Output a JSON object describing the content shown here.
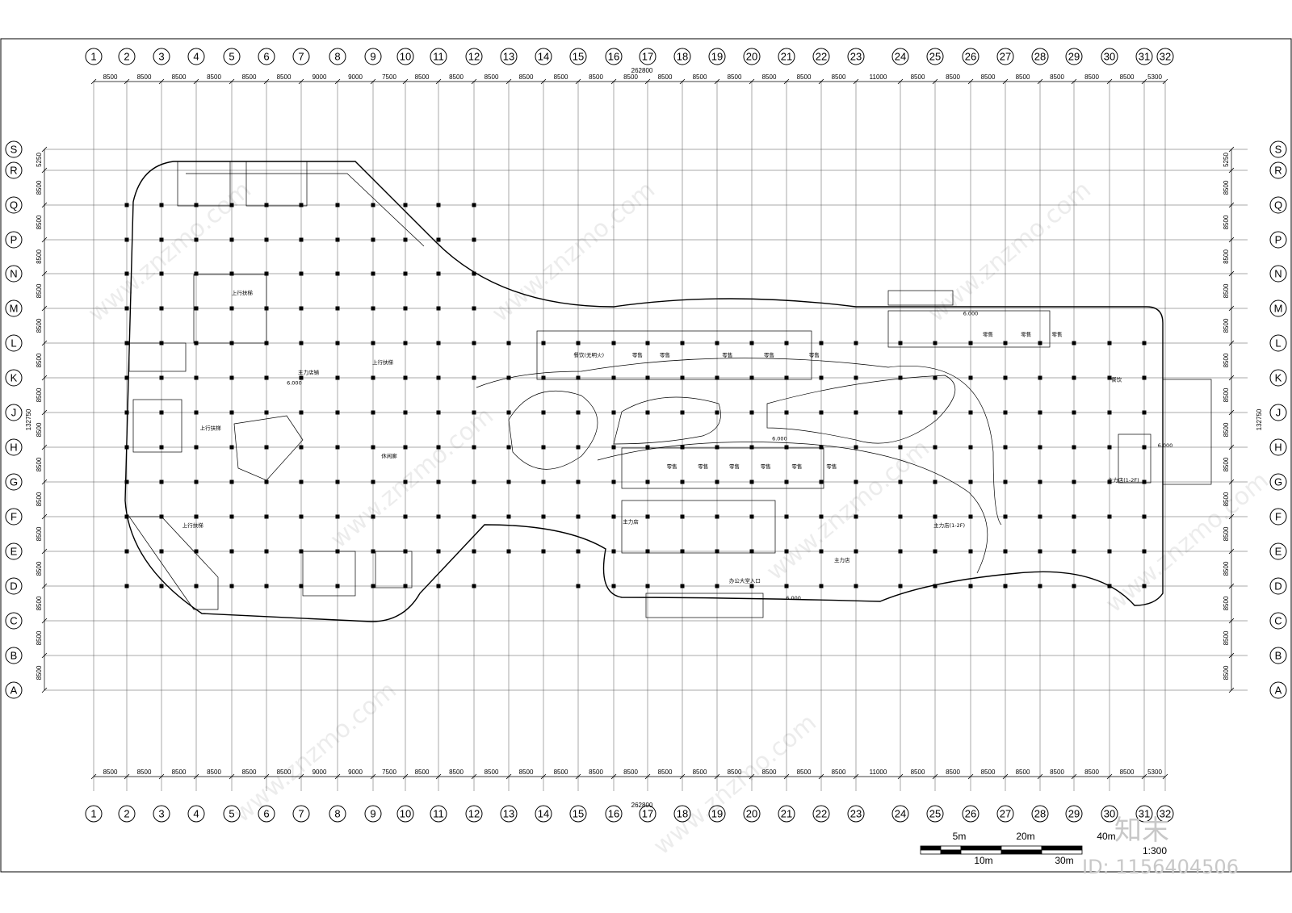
{
  "columns": [
    "1",
    "2",
    "3",
    "4",
    "5",
    "6",
    "7",
    "8",
    "9",
    "10",
    "11",
    "12",
    "13",
    "14",
    "15",
    "16",
    "17",
    "18",
    "19",
    "20",
    "21",
    "22",
    "23",
    "24",
    "25",
    "26",
    "27",
    "28",
    "29",
    "30",
    "31",
    "32"
  ],
  "column_spacings": [
    "8500",
    "8500",
    "8500",
    "8500",
    "8500",
    "8500",
    "9000",
    "9000",
    "7500",
    "8500",
    "8500",
    "8500",
    "8500",
    "8500",
    "8500",
    "8500",
    "8500",
    "8500",
    "8500",
    "8500",
    "8500",
    "8500",
    "11000",
    "8500",
    "8500",
    "8500",
    "8500",
    "8500",
    "8500",
    "8500",
    "5300"
  ],
  "total_width": "262800",
  "rows": [
    "S",
    "R",
    "Q",
    "P",
    "N",
    "M",
    "L",
    "K",
    "J",
    "H",
    "G",
    "F",
    "E",
    "D",
    "C",
    "B",
    "A"
  ],
  "row_spacings": [
    "5250",
    "8500",
    "8500",
    "8500",
    "8500",
    "8500",
    "8500",
    "8500",
    "8500",
    "8500",
    "8500",
    "8500",
    "8500",
    "8500",
    "8500",
    "8500"
  ],
  "total_depth": "132750",
  "room_labels": [
    {
      "text": "上行扶梯",
      "col": 5.3,
      "row": 4.6
    },
    {
      "text": "主力店铺",
      "col": 7.2,
      "row": 6.9
    },
    {
      "text": "上行扶梯",
      "col": 9.3,
      "row": 6.6
    },
    {
      "text": "6.000",
      "col": 6.8,
      "row": 7.2
    },
    {
      "text": "上行扶梯",
      "col": 4.4,
      "row": 8.5
    },
    {
      "text": "休闲廊",
      "col": 9.5,
      "row": 9.3
    },
    {
      "text": "上行扶梯",
      "col": 3.9,
      "row": 11.3
    },
    {
      "text": "餐饮(无明火)",
      "col": 15.3,
      "row": 6.4
    },
    {
      "text": "零售",
      "col": 16.7,
      "row": 6.4
    },
    {
      "text": "零售",
      "col": 17.5,
      "row": 6.4
    },
    {
      "text": "零售",
      "col": 19.3,
      "row": 6.4
    },
    {
      "text": "零售",
      "col": 20.5,
      "row": 6.4
    },
    {
      "text": "零售",
      "col": 21.8,
      "row": 6.4
    },
    {
      "text": "零售",
      "col": 26.5,
      "row": 5.8
    },
    {
      "text": "零售",
      "col": 27.6,
      "row": 5.8
    },
    {
      "text": "零售",
      "col": 28.5,
      "row": 5.8
    },
    {
      "text": "6.000",
      "col": 26.0,
      "row": 5.2
    },
    {
      "text": "6.000",
      "col": 20.8,
      "row": 8.8
    },
    {
      "text": "餐饮",
      "col": 30.2,
      "row": 7.1
    },
    {
      "text": "零售",
      "col": 17.7,
      "row": 9.6
    },
    {
      "text": "零售",
      "col": 18.6,
      "row": 9.6
    },
    {
      "text": "零售",
      "col": 19.5,
      "row": 9.6
    },
    {
      "text": "零售",
      "col": 20.4,
      "row": 9.6
    },
    {
      "text": "零售",
      "col": 21.3,
      "row": 9.6
    },
    {
      "text": "零售",
      "col": 22.3,
      "row": 9.6
    },
    {
      "text": "主力店",
      "col": 16.5,
      "row": 11.2
    },
    {
      "text": "主力店(1-2F)",
      "col": 25.4,
      "row": 11.3
    },
    {
      "text": "主力店",
      "col": 22.6,
      "row": 12.3
    },
    {
      "text": "主力店(1-2F)",
      "col": 30.4,
      "row": 10.0
    },
    {
      "text": "办公大堂入口",
      "col": 19.8,
      "row": 12.9
    },
    {
      "text": "6.000",
      "col": 21.2,
      "row": 13.4
    },
    {
      "text": "6.000",
      "col": 32.8,
      "row": 9.0
    }
  ],
  "scale_bar": {
    "top_labels": [
      "5m",
      "20m",
      "40m"
    ],
    "bottom_labels": [
      "10m",
      "30m"
    ],
    "ratio": "1:300"
  },
  "watermark": "www.znzmo.com",
  "brand": "知末",
  "image_id": "ID: 1156404506"
}
